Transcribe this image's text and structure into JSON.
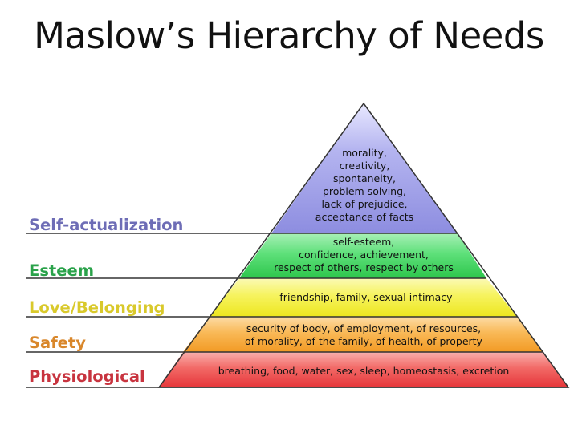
{
  "title": "Maslow’s Hierarchy of Needs",
  "levels": [
    {
      "label": "Self-actualization",
      "label_color": "#6e6db6",
      "fill_color": "#8d8de0",
      "needs": [
        "morality,",
        "creativity,",
        "spontaneity,",
        "problem solving,",
        "lack of prejudice,",
        "acceptance of facts"
      ]
    },
    {
      "label": "Esteem",
      "label_color": "#2aa24a",
      "fill_color": "#3fd65a",
      "needs": [
        "self-esteem,",
        "confidence, achievement,",
        "respect of others, respect by others"
      ]
    },
    {
      "label": "Love/Belonging",
      "label_color": "#d9c92b",
      "fill_color": "#f2ee22",
      "needs": [
        "friendship, family, sexual intimacy"
      ]
    },
    {
      "label": "Safety",
      "label_color": "#d9872b",
      "fill_color": "#f6a62a",
      "needs": [
        "security of body, of employment, of resources,",
        "of morality, of the family, of health, of property"
      ]
    },
    {
      "label": "Physiological",
      "label_color": "#c8343f",
      "fill_color": "#ec4140",
      "needs": [
        "breathing, food, water, sex, sleep, homeostasis, excretion"
      ]
    }
  ]
}
